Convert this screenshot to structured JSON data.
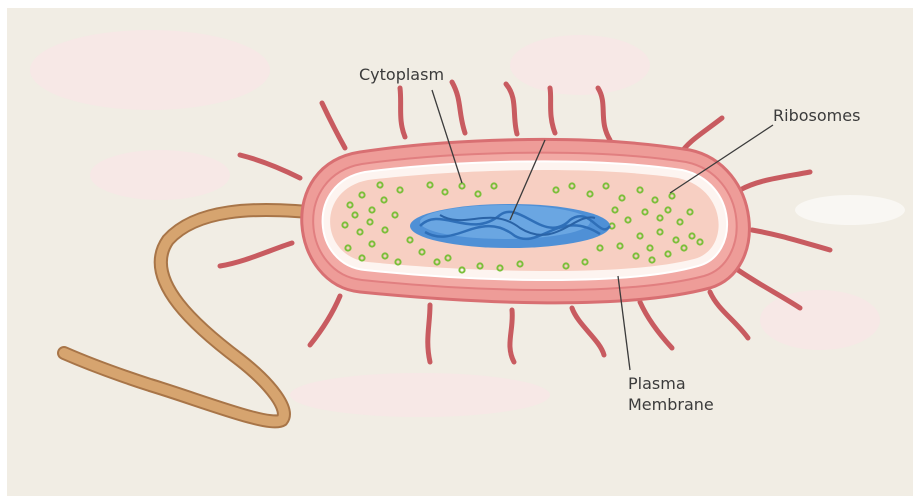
{
  "labels": {
    "cytoplasm": "Cytoplasm",
    "ribosomes": "Ribosomes",
    "plasma_membrane_line1": "Plasma",
    "plasma_membrane_line2": "Membrane"
  },
  "colors": {
    "background": "#f1ede4",
    "cell_wall": "#ee9c98",
    "cell_wall_edge": "#d86f72",
    "membrane": "#fbe6df",
    "cytoplasm": "#f6c9bd",
    "nucleoid": "#3f86cf",
    "ribosome": "#7bbf3a",
    "pili": "#c85b60",
    "flagellum": "#cf9b66",
    "leader_line": "#3b3b3b"
  },
  "icons": [
    "bacterium-cell",
    "flagellum",
    "pili",
    "nucleoid",
    "ribosome"
  ]
}
